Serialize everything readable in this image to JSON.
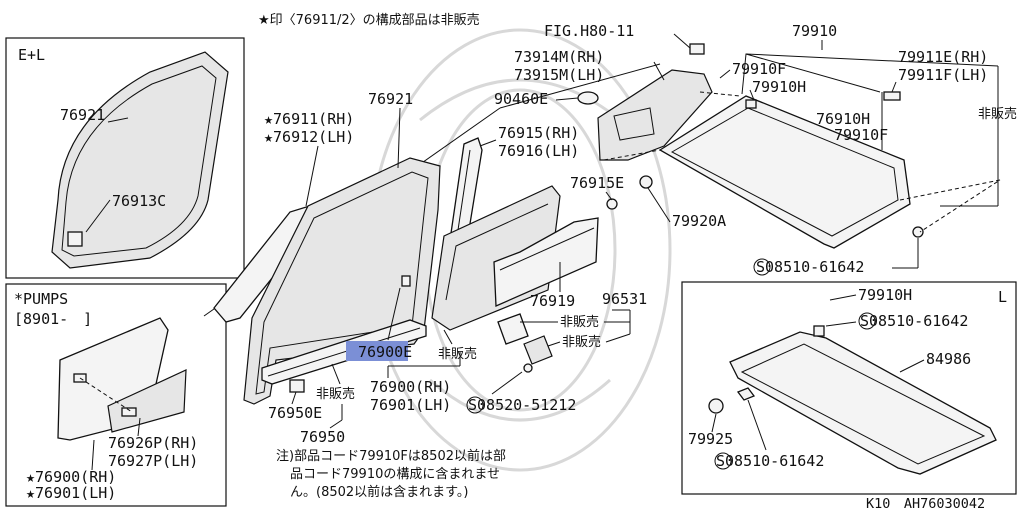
{
  "header_note": "★印〈76911/2〉の構成部品は非販売",
  "inset_el": {
    "title": "E+L",
    "labels": {
      "p76921": "76921",
      "p76913c": "76913C"
    }
  },
  "inset_pumps": {
    "title": "*PUMPS",
    "range": "[8901-　]",
    "labels": {
      "p76926p": "76926P(RH)",
      "p76927p": "76927P(LH)",
      "p76900": "★76900(RH)",
      "p76901": "★76901(LH)"
    }
  },
  "inset_l": {
    "title": "L",
    "labels": {
      "p79910h": "79910H",
      "p08510a": "S08510-61642",
      "p84986": "84986",
      "p79925": "79925",
      "p08510b": "S08510-61642"
    }
  },
  "main_labels": {
    "fig_ref": "FIG.H80-11",
    "p73914m": "73914M(RH)",
    "p73915m": "73915M(LH)",
    "p90460e": "90460E",
    "p79910": "79910",
    "p79910f_a": "79910F",
    "p79910h_a": "79910H",
    "p79911e": "79911E(RH)",
    "p79911f": "79911F(LH)",
    "not_for_sale_right": "非販売",
    "p76910h": "76910H",
    "p79910f_b": "79910F",
    "p76921": "76921",
    "p76911": "★76911(RH)",
    "p76912": "★76912(LH)",
    "p76915": "76915(RH)",
    "p76916": "76916(LH)",
    "p76915e": "76915E",
    "p79920a": "79920A",
    "p08510_main": "S08510-61642",
    "p76919": "76919",
    "p96531": "96531",
    "not_for_sale_1": "非販売",
    "not_for_sale_2": "非販売",
    "p76900e": "76900E",
    "not_for_sale_3": "非販売",
    "not_for_sale_4": "非販売",
    "p76900": "76900(RH)",
    "p76901": "76901(LH)",
    "p08520": "S08520-51212",
    "p76950e": "76950E",
    "p76950": "76950"
  },
  "footnote": {
    "line1": "注)部品コード79910Fは8502以前は部",
    "line2": "品コード79910の構成に含まれませ",
    "line3": "ん。(8502以前は含まれます。)"
  },
  "drawing_id": "K10　AH76030042",
  "highlight_color": "#7b8fd6"
}
